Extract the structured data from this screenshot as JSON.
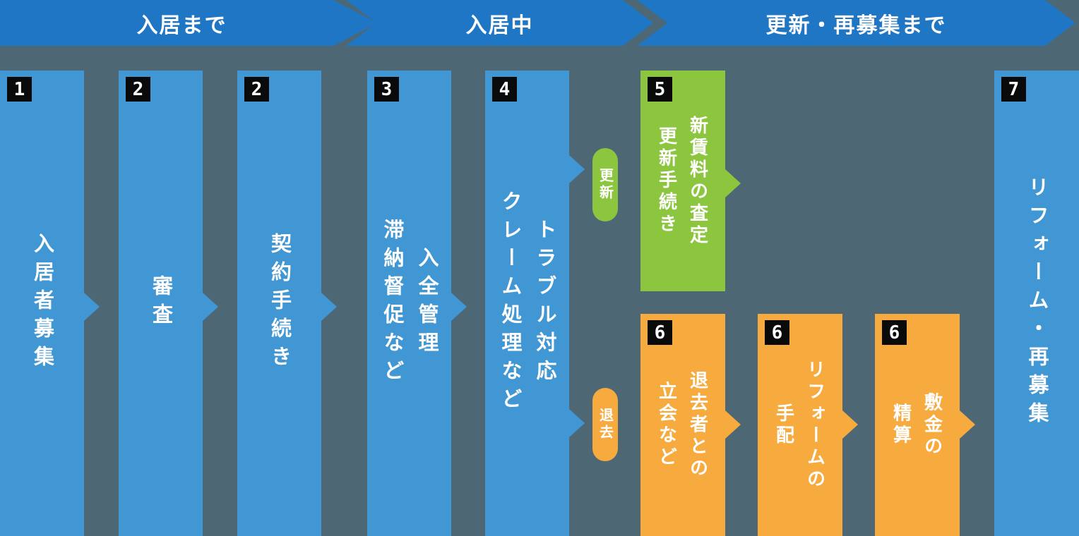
{
  "colors": {
    "background": "#4D6874",
    "banner_blue": "#1E76C4",
    "column_blue": "#4197D3",
    "green": "#8CC53E",
    "orange": "#F7AA3D",
    "badge_black": "#0A0A0A",
    "text_white": "#FFFFFF"
  },
  "header": {
    "banners": [
      "入居まで",
      "入居中",
      "更新・再募集まで"
    ]
  },
  "flow": {
    "columns": [
      {
        "badge": "1",
        "lines": [
          "入居者募集"
        ]
      },
      {
        "badge": "2",
        "lines": [
          "審査"
        ]
      },
      {
        "badge": "2",
        "lines": [
          "契約手続き"
        ]
      },
      {
        "badge": "3",
        "lines": [
          "入全管理",
          "滞納督促など"
        ]
      },
      {
        "badge": "4",
        "lines": [
          "トラブル対応",
          "クレーム処理など"
        ]
      },
      {
        "badge": "5",
        "lines": [
          "新賃料の査定",
          "更新手続き"
        ]
      },
      {
        "badge": "6",
        "lines": [
          "退去者との",
          "立会など"
        ]
      },
      {
        "badge": "6",
        "lines": [
          "リフォームの",
          "手配"
        ]
      },
      {
        "badge": "6",
        "lines": [
          "敷金の",
          "精算"
        ]
      },
      {
        "badge": "7",
        "lines": [
          "リフォーム・再募集"
        ]
      }
    ],
    "branch_labels": {
      "renew": "更新",
      "vacate": "退去"
    }
  }
}
